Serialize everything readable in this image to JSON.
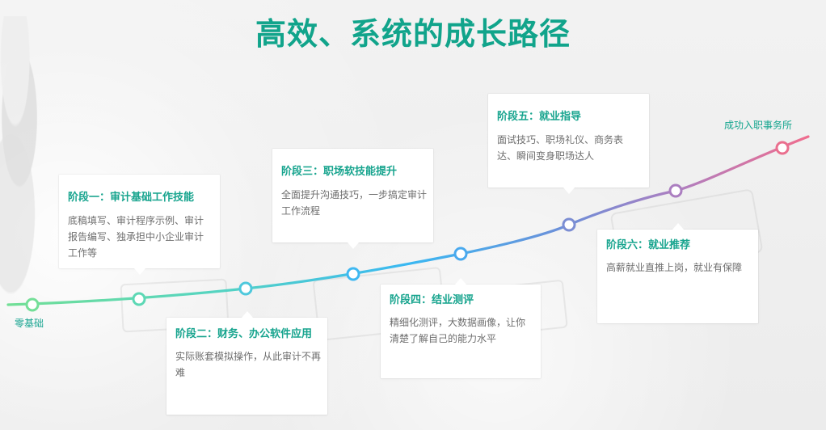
{
  "title": "高效、系统的成长路径",
  "path": {
    "start_label": "零基础",
    "end_label": "成功入职事务所"
  },
  "stages": [
    {
      "title": "阶段一：审计基础工作技能",
      "description": "底稿填写、审计程序示例、审计报告编写、独承担中小企业审计工作等"
    },
    {
      "title": "阶段二：财务、办公软件应用",
      "description": "实际账套模拟操作，从此审计不再难"
    },
    {
      "title": "阶段三：职场软技能提升",
      "description": "全面提升沟通技巧，一步搞定审计工作流程"
    },
    {
      "title": "阶段四：结业测评",
      "description": "精细化测评，大数据画像，让你清楚了解自己的能力水平"
    },
    {
      "title": "阶段五：就业指导",
      "description": "面试技巧、职场礼仪、商务表达、瞬间变身职场达人"
    },
    {
      "title": "阶段六：就业推荐",
      "description": "高薪就业直推上岗，就业有保障"
    }
  ],
  "colors": {
    "accent": "#11a48b",
    "path_start": "#6fdf9b",
    "path_mid": "#46b6ef",
    "path_purple": "#8a83d4",
    "path_end": "#ef6d8e"
  }
}
